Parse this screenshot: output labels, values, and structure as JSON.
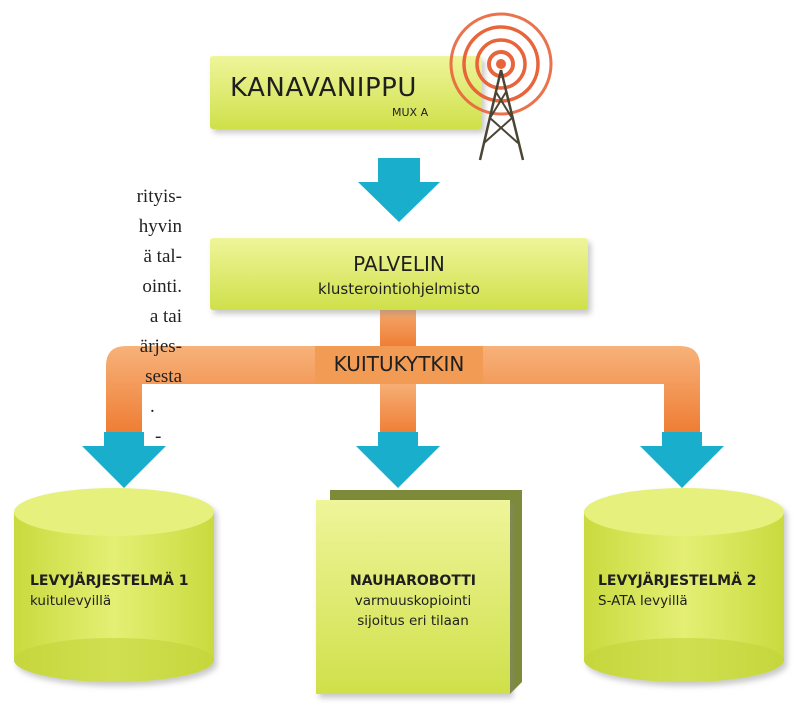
{
  "side_text": {
    "lines": [
      "rityis-",
      "hyvin",
      "ä tal-",
      "ointi.",
      "a tai",
      "ärjes-",
      "sesta",
      ".",
      "-"
    ]
  },
  "nodes": {
    "mux": {
      "title": "KANAVANIPPU",
      "subtitle": "MUX A"
    },
    "server": {
      "title": "PALVELIN",
      "subtitle": "klusterointiohjelmisto"
    },
    "switch": {
      "title": "KUITUKYTKIN"
    },
    "disk1": {
      "title": "LEVYJÄRJESTELMÄ 1",
      "subtitle": "kuitulevyillä"
    },
    "tape": {
      "title": "NAUHAROBOTTI",
      "line1": "varmuuskopiointi",
      "line2": "sijoitus eri tilaan"
    },
    "disk2": {
      "title": "LEVYJÄRJESTELMÄ 2",
      "subtitle": "S-ATA levyillä"
    }
  },
  "colors": {
    "lime": "#dce85a",
    "lime_dark": "#b9c93a",
    "olive": "#7c8a3a",
    "arrow_blue": "#1aaecd",
    "orange": "#f08a3c",
    "antenna_orange": "#e8643a",
    "antenna_dark": "#4a4535"
  },
  "icons": [
    "antenna-icon"
  ]
}
